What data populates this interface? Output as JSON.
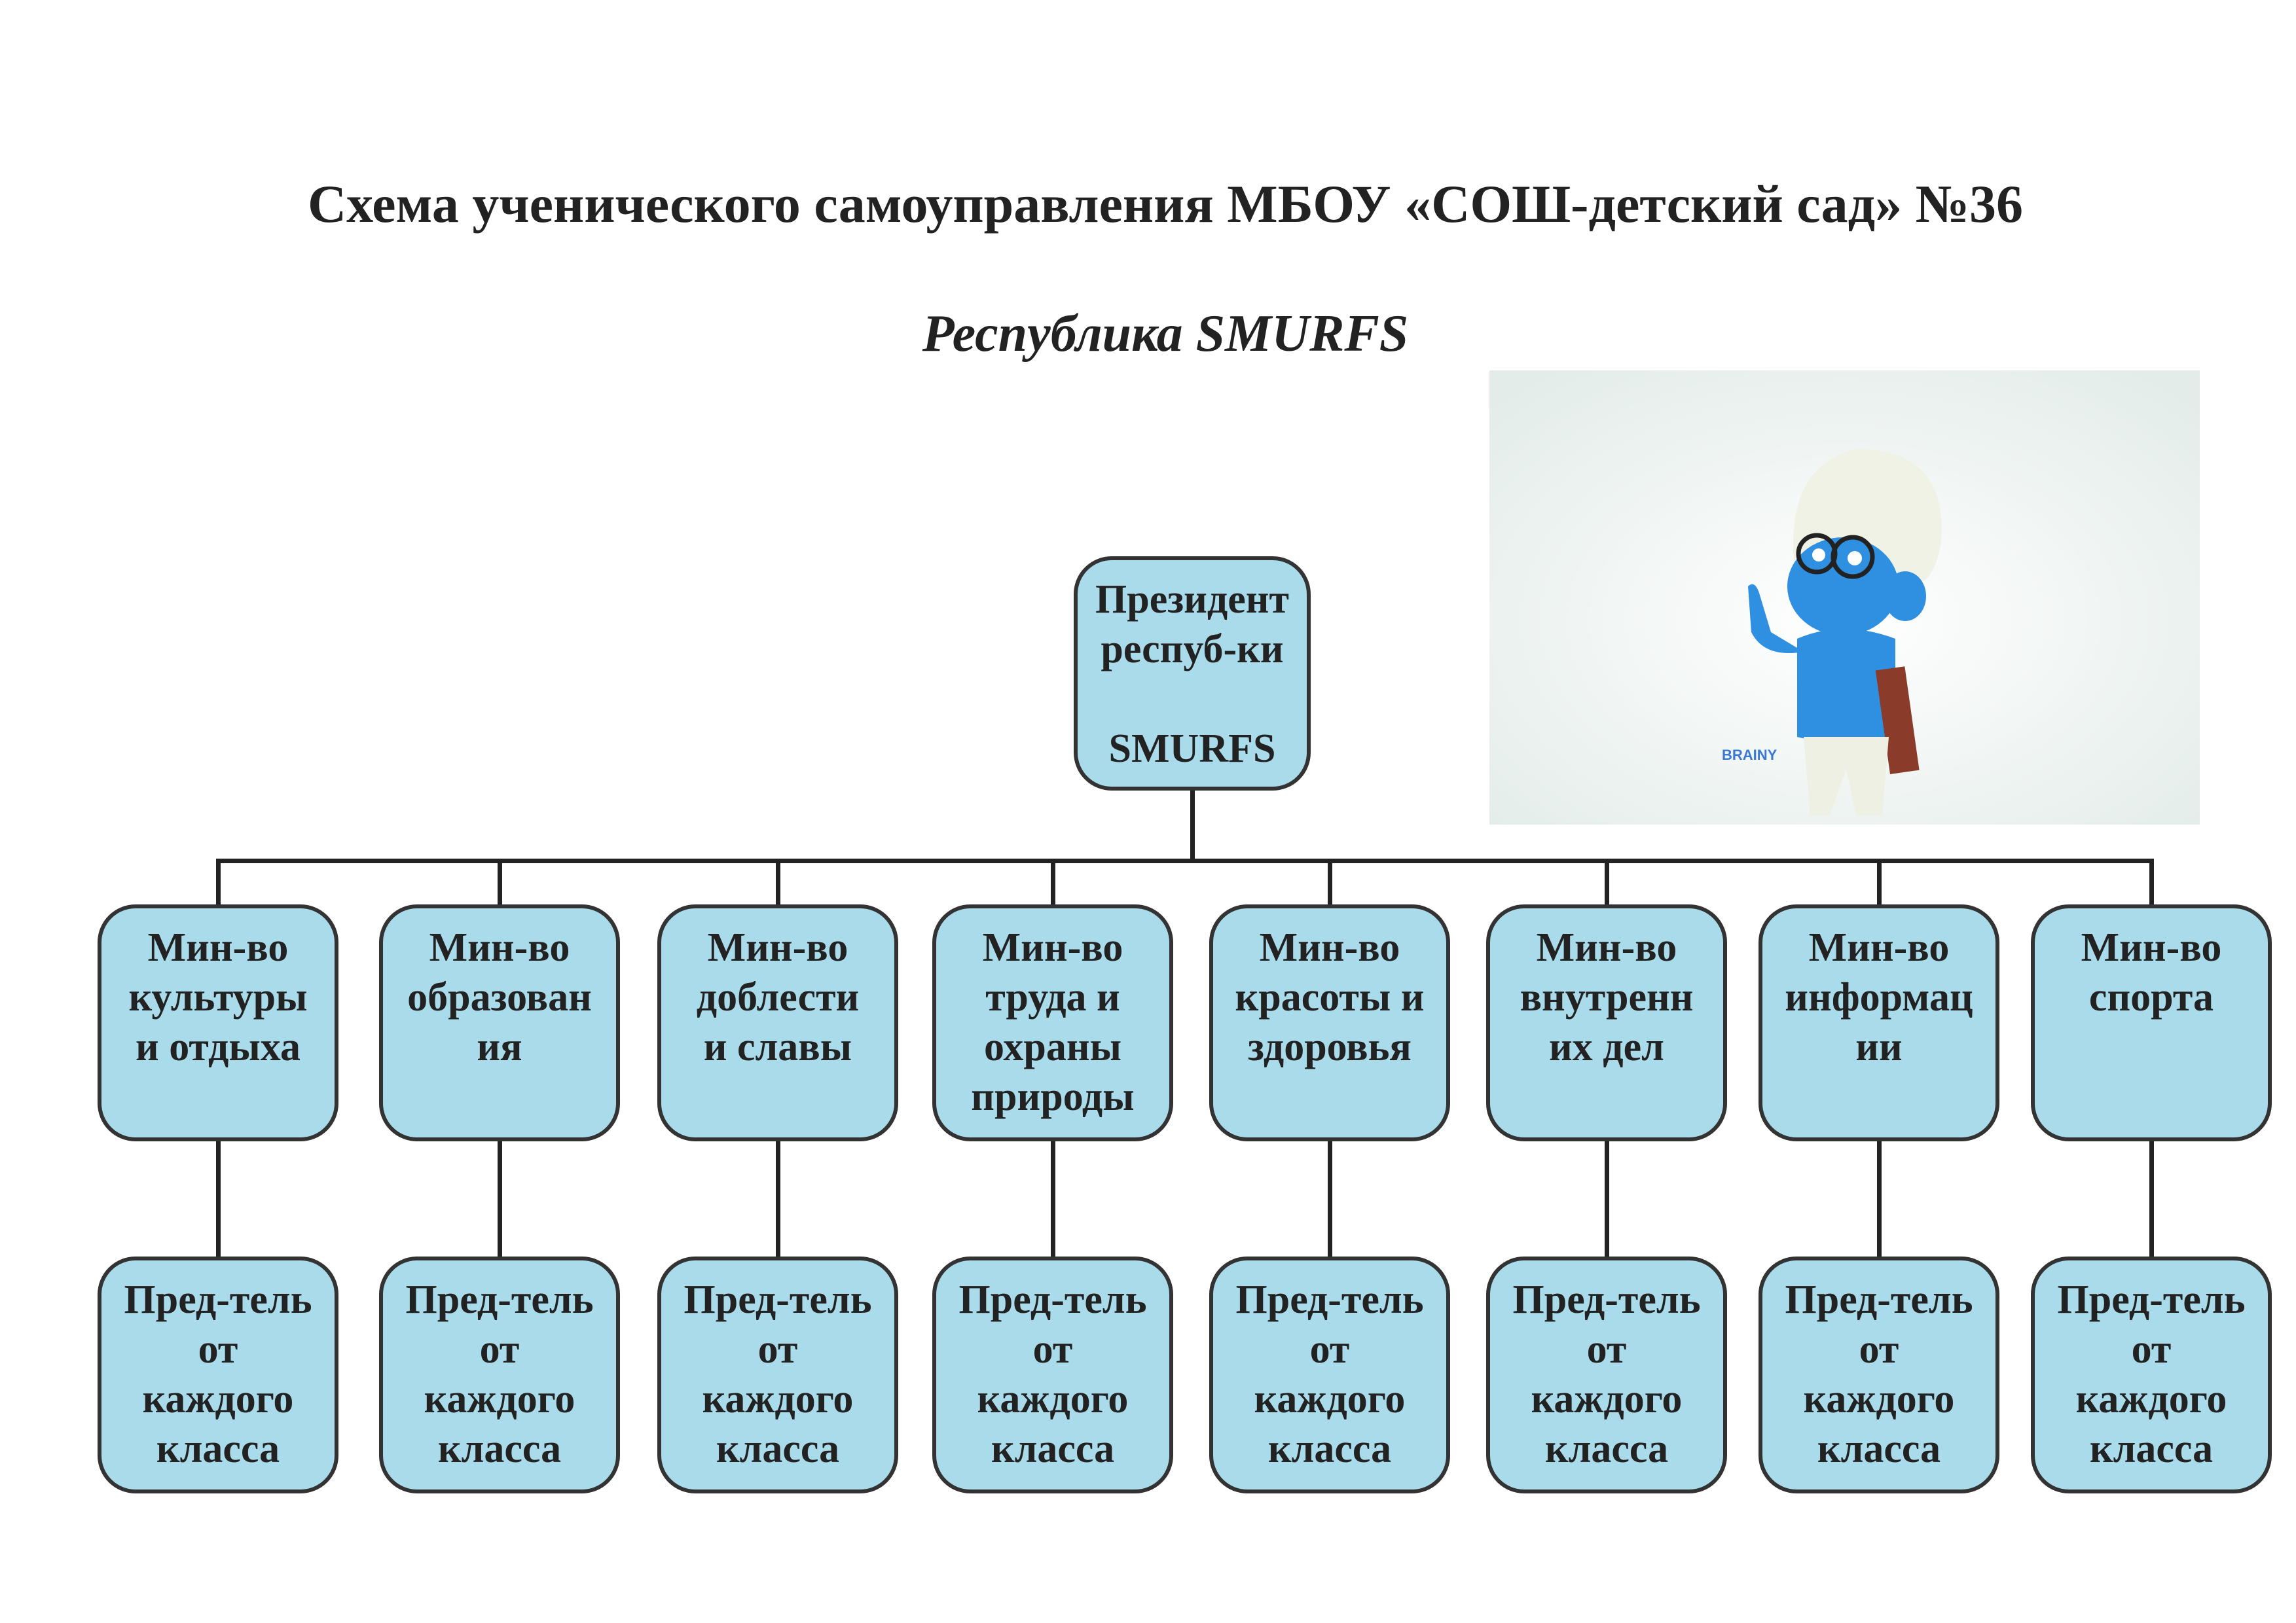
{
  "header": {
    "title": "Схема ученического самоуправления МБОУ «СОШ-детский сад» №36",
    "subtitle": "Республика SMURFS"
  },
  "president": {
    "label": "Президент\nреспуб-ки\n\nSMURFS"
  },
  "ministries": [
    {
      "label": "Мин-во\nкультуры\nи отдыха"
    },
    {
      "label": "Мин-во\nобразован\nия"
    },
    {
      "label": "Мин-во\nдоблести\nи славы"
    },
    {
      "label": "Мин-во\nтруда и\nохраны\nприроды"
    },
    {
      "label": "Мин-во\nкрасоты и\nздоровья"
    },
    {
      "label": "Мин-во\nвнутренн\nих дел"
    },
    {
      "label": "Мин-во\nинформац\nии"
    },
    {
      "label": "Мин-во\nспорта"
    }
  ],
  "representatives": [
    {
      "label": "Пред-тель\nот\nкаждого\nкласса"
    },
    {
      "label": "Пред-тель\nот\nкаждого\nкласса"
    },
    {
      "label": "Пред-тель\nот\nкаждого\nкласса"
    },
    {
      "label": "Пред-тель\nот\nкаждого\nкласса"
    },
    {
      "label": "Пред-тель\nот\nкаждого\nкласса"
    },
    {
      "label": "Пред-тель\nот\nкаждого\nкласса"
    },
    {
      "label": "Пред-тель\nот\nкаждого\nкласса"
    },
    {
      "label": "Пред-тель\nот\nкаждого\nкласса"
    }
  ],
  "image": {
    "caption": "BRAINY"
  },
  "colors": {
    "box_fill": "#a9dbeb",
    "border": "#333333"
  }
}
